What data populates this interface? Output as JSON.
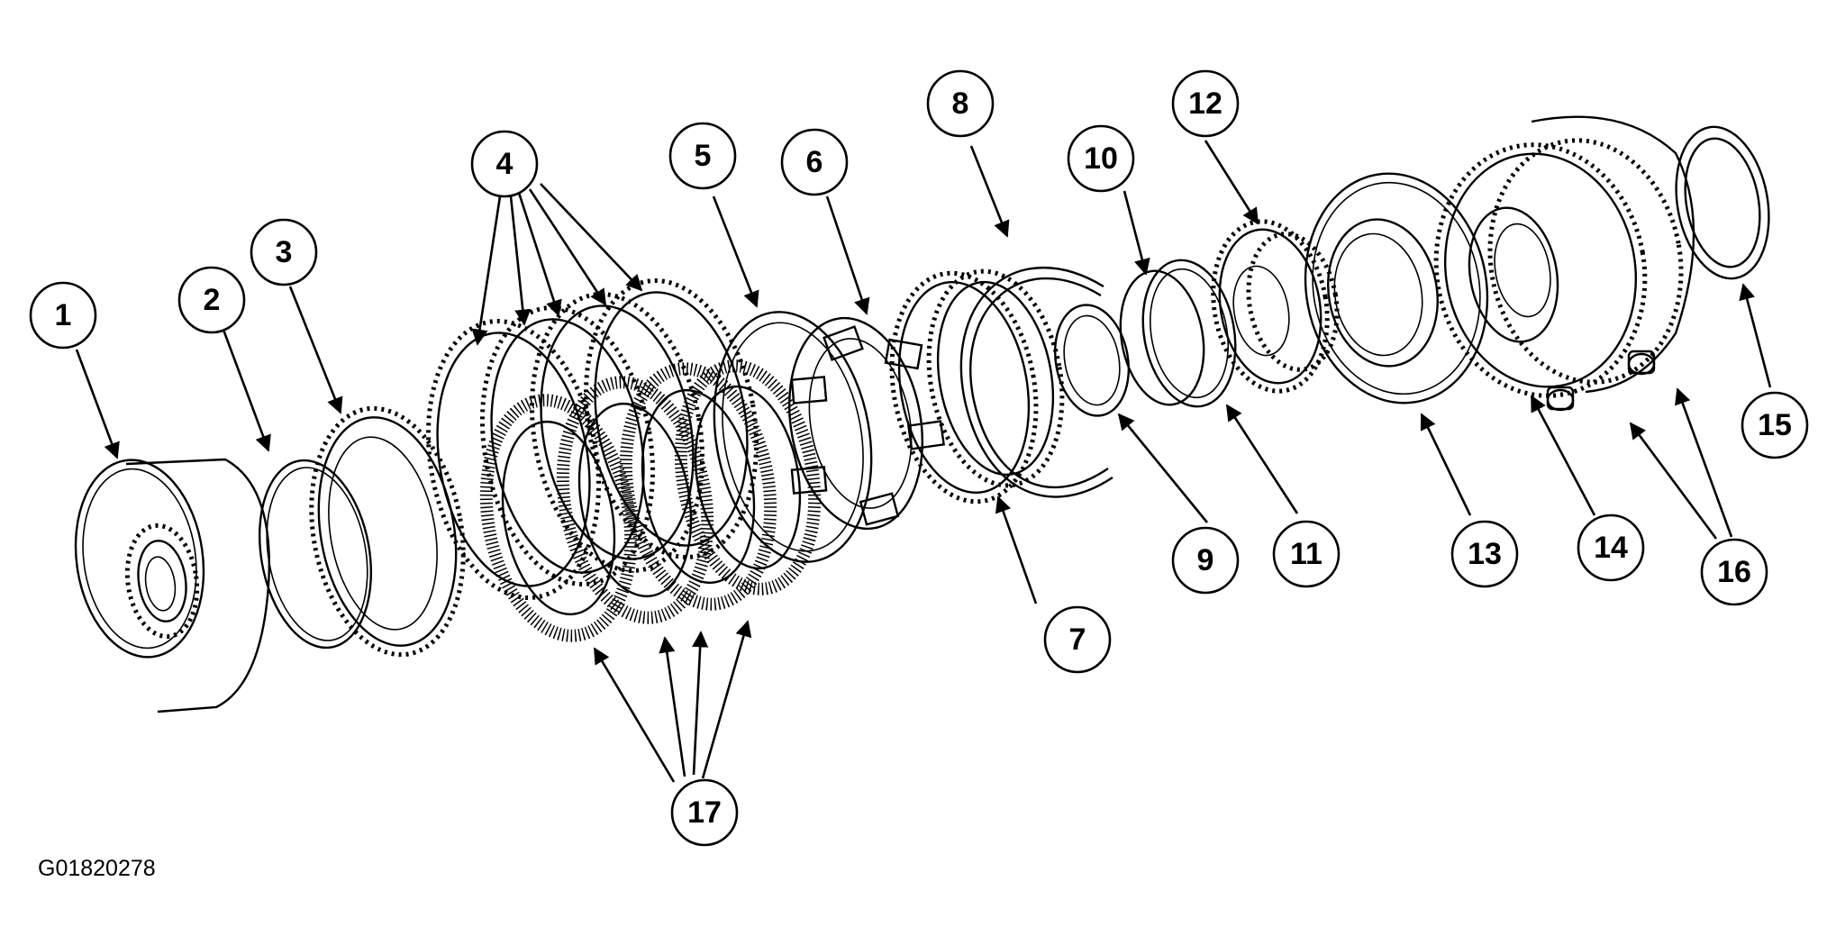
{
  "diagram": {
    "id": "G01820278",
    "callouts": [
      "1",
      "2",
      "3",
      "4",
      "5",
      "6",
      "7",
      "8",
      "9",
      "10",
      "11",
      "12",
      "13",
      "14",
      "15",
      "16",
      "17"
    ]
  },
  "colors": {
    "ink": "#000000",
    "background": "#ffffff"
  }
}
